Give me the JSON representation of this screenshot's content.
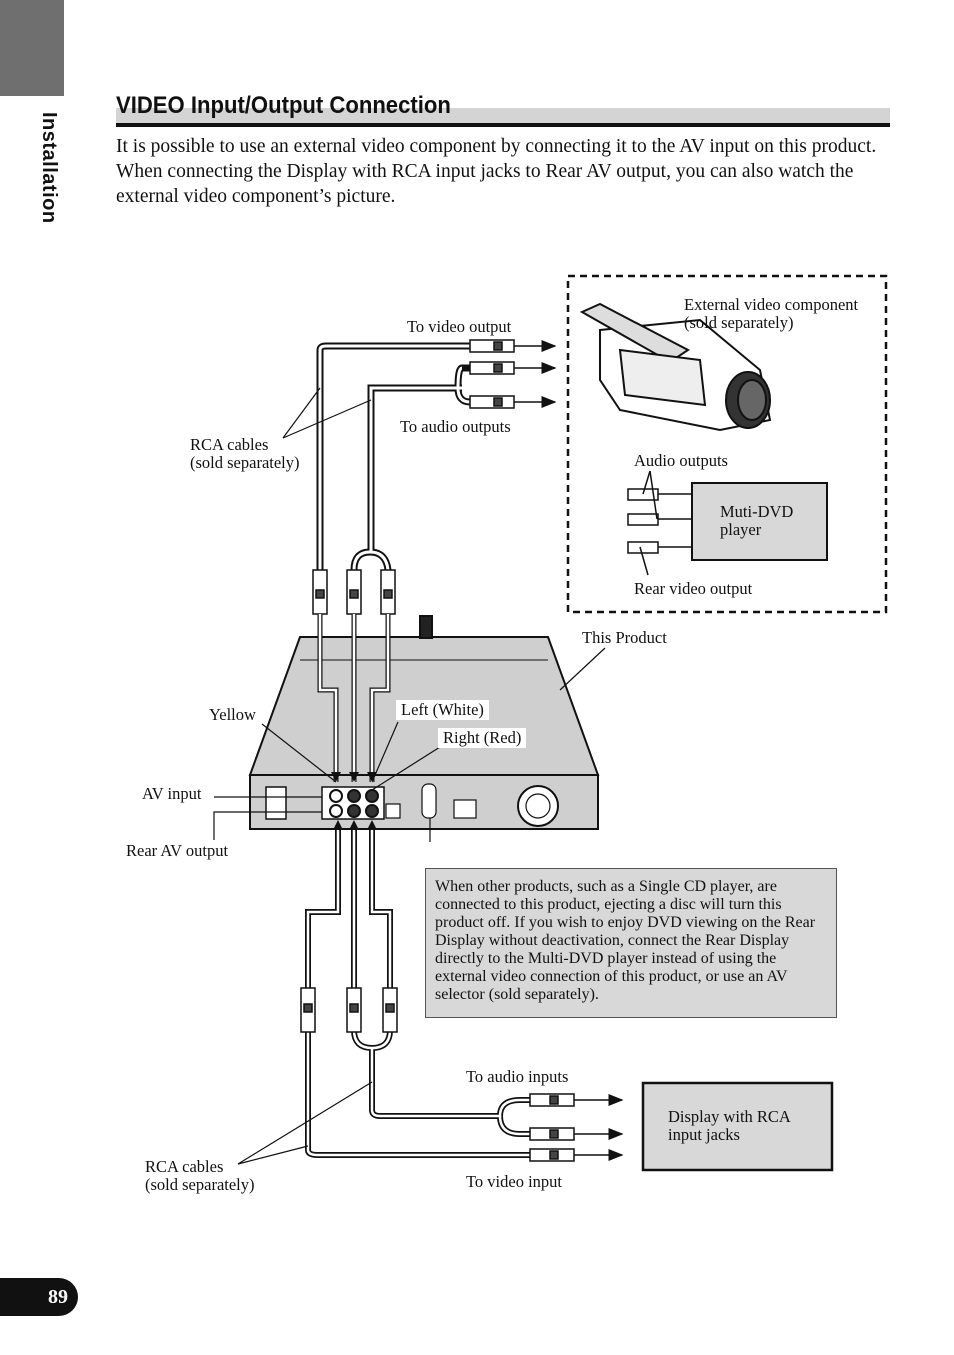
{
  "section_tab": "Installation",
  "title": "VIDEO Input/Output Connection",
  "intro": [
    "It is possible to use an external video component by connecting it to the AV input on this product.",
    "When connecting the Display with RCA input jacks to Rear AV output, you can also watch the external video component’s picture."
  ],
  "labels": {
    "to_video_output": "To video output",
    "to_audio_outputs": "To audio outputs",
    "rca_cables_top": [
      "RCA cables",
      "(sold separately)"
    ],
    "external_component": [
      "External video component",
      "(sold separately)"
    ],
    "audio_outputs": "Audio outputs",
    "multi_dvd": [
      "Muti-DVD",
      "player"
    ],
    "rear_video_output": "Rear video output",
    "this_product": "This Product",
    "yellow": "Yellow",
    "left_white": "Left (White)",
    "right_red": "Right (Red)",
    "av_input": "AV input",
    "rear_av_output": "Rear AV output",
    "to_audio_inputs": "To audio inputs",
    "display_rca": [
      "Display with RCA",
      "input jacks"
    ],
    "rca_cables_bottom": [
      "RCA cables",
      "(sold separately)"
    ],
    "to_video_input": "To video input"
  },
  "note": "When other products, such as a Single CD player, are connected to this product, ejecting a disc will turn this product off. If you wish to enjoy DVD viewing on the Rear Display without deactivation, connect the Rear Display directly to the Multi-DVD player instead of using the external video connection of this product, or use an AV selector (sold separately).",
  "page_number": "89",
  "colors": {
    "box_fill": "#d8d8d8",
    "side_tab": "#6f6f6f",
    "line": "#111111"
  }
}
